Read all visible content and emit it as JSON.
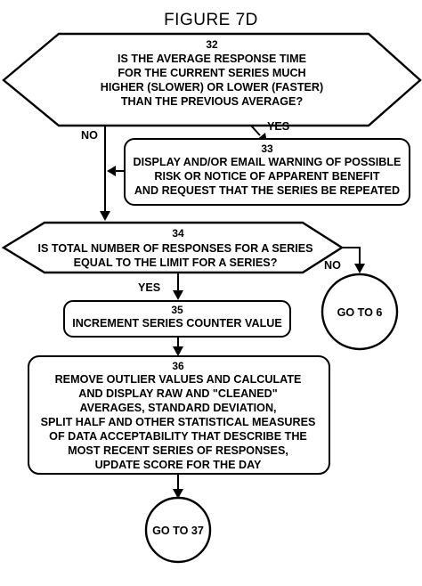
{
  "figure_title": "FIGURE 7D",
  "nodes": {
    "n32": {
      "number": "32",
      "lines": [
        "IS THE AVERAGE RESPONSE TIME",
        "FOR THE CURRENT SERIES MUCH",
        "HIGHER (SLOWER) OR LOWER (FASTER)",
        "THAN THE PREVIOUS AVERAGE?"
      ]
    },
    "n33": {
      "number": "33",
      "lines": [
        "DISPLAY AND/OR EMAIL WARNING OF POSSIBLE",
        "RISK OR NOTICE OF APPARENT BENEFIT",
        "AND REQUEST THAT THE SERIES BE REPEATED"
      ]
    },
    "n34": {
      "number": "34",
      "lines": [
        "IS TOTAL NUMBER OF RESPONSES FOR A SERIES",
        "EQUAL TO THE LIMIT FOR A SERIES?"
      ]
    },
    "n35": {
      "number": "35",
      "lines": [
        "INCREMENT SERIES COUNTER VALUE"
      ]
    },
    "n36": {
      "number": "36",
      "lines": [
        "REMOVE OUTLIER VALUES AND CALCULATE",
        "AND DISPLAY RAW AND \"CLEANED\"",
        "AVERAGES, STANDARD DEVIATION,",
        "SPLIT HALF AND OTHER STATISTICAL MEASURES",
        "OF DATA ACCEPTABILITY THAT DESCRIBE THE",
        "MOST RECENT SERIES OF RESPONSES,",
        "UPDATE SCORE FOR THE DAY"
      ]
    },
    "go6": {
      "text": "GO TO 6"
    },
    "go37": {
      "text": "GO TO 37"
    }
  },
  "edge_labels": {
    "yes_32": "YES",
    "no_32": "NO",
    "yes_34": "YES",
    "no_34": "NO"
  }
}
